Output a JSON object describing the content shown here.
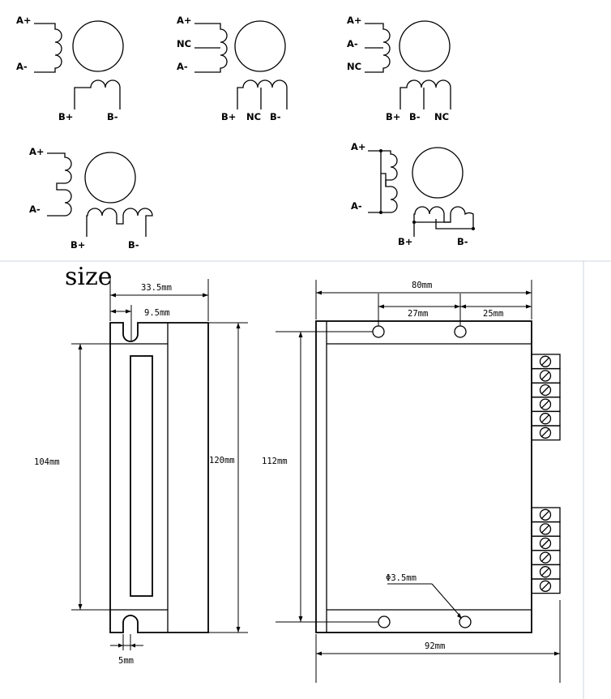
{
  "motor_diagrams": {
    "d1": {
      "a_plus": "A+",
      "a_minus": "A-",
      "b_plus": "B+",
      "b_minus": "B-"
    },
    "d2": {
      "a_plus": "A+",
      "a_nc": "NC",
      "a_minus": "A-",
      "b_plus": "B+",
      "b_nc": "NC",
      "b_minus": "B-"
    },
    "d3": {
      "a_plus": "A+",
      "a_minus": "A-",
      "a_nc": "NC",
      "b_plus": "B+",
      "b_minus": "B-",
      "b_nc": "NC"
    },
    "d4": {
      "a_plus": "A+",
      "a_minus": "A-",
      "b_plus": "B+",
      "b_minus": "B-"
    },
    "d5": {
      "a_plus": "A+",
      "a_minus": "A-",
      "b_plus": "B+",
      "b_minus": "B-"
    }
  },
  "size_title": "size",
  "side_view": {
    "dim_width": "33.5mm",
    "dim_slot_offset": "9.5mm",
    "dim_inner_height": "104mm",
    "dim_total_height": "120mm",
    "dim_slot_width": "5mm"
  },
  "front_view": {
    "dim_width": "80mm",
    "dim_hole_spacing": "27mm",
    "dim_hole_edge": "25mm",
    "dim_height": "112mm",
    "dim_hole_dia": "Φ3.5mm",
    "dim_total_width": "92mm"
  }
}
